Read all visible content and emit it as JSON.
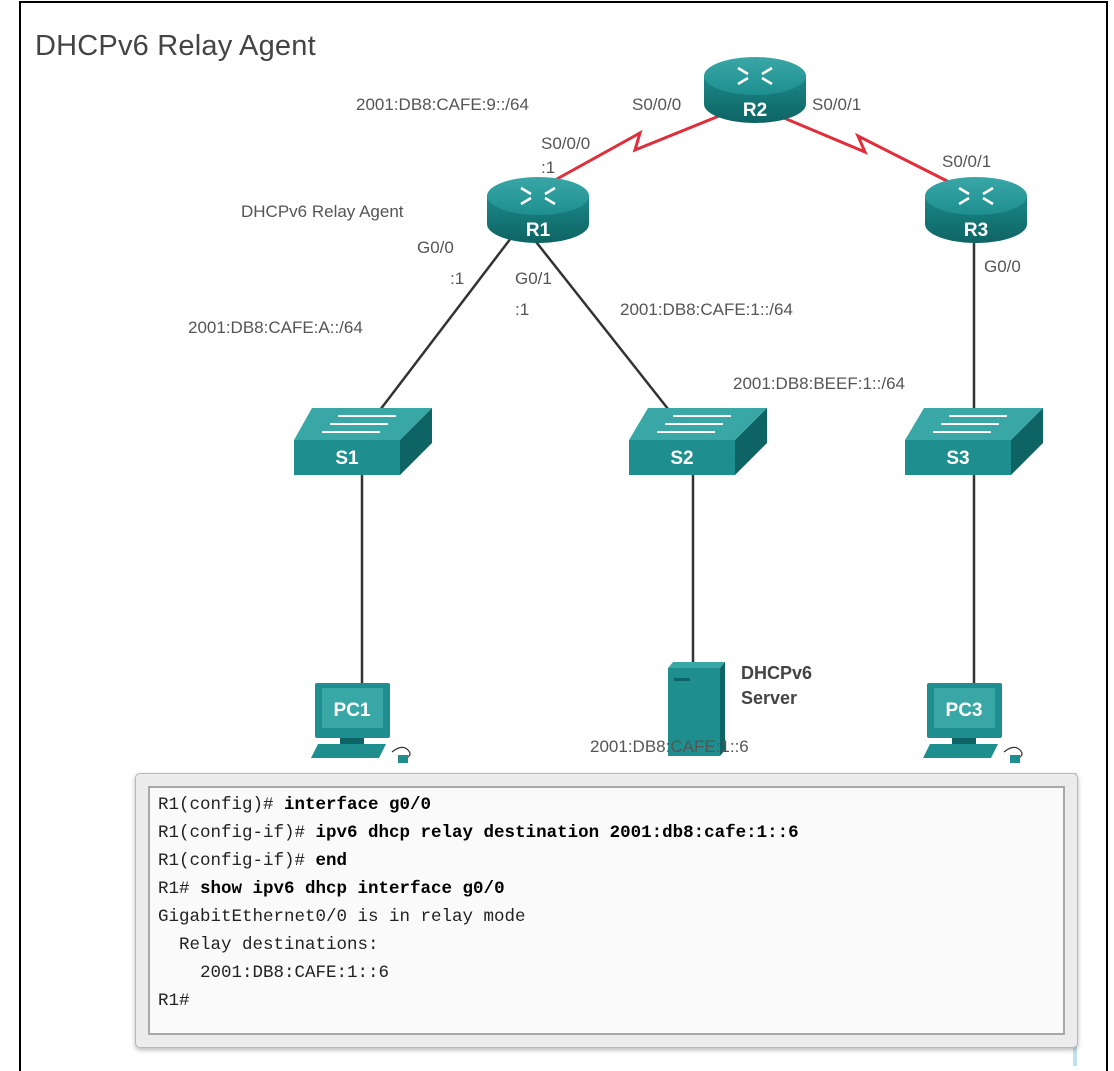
{
  "title": "DHCPv6 Relay Agent",
  "devices": {
    "r1": "R1",
    "r2": "R2",
    "r3": "R3",
    "s1": "S1",
    "s2": "S2",
    "s3": "S3",
    "pc1": "PC1",
    "pc3": "PC3",
    "server_line1": "DHCPv6",
    "server_line2": "Server"
  },
  "labels": {
    "r1_role": "DHCPv6 Relay Agent",
    "net_r1_r2": "2001:DB8:CAFE:9::/64",
    "r2_s000": "S0/0/0",
    "r2_s001": "S0/0/1",
    "r1_s000": "S0/0/0",
    "r1_s000_host": ":1",
    "r3_s001": "S0/0/1",
    "r1_g00": "G0/0",
    "r1_g00_host": ":1",
    "r1_g01": "G0/1",
    "r1_g01_host": ":1",
    "net_a": "2001:DB8:CAFE:A::/64",
    "net_1": "2001:DB8:CAFE:1::/64",
    "r3_g00": "G0/0",
    "net_beef": "2001:DB8:BEEF:1::/64",
    "server_addr": "2001:DB8:CAFE:1::6"
  },
  "cli": [
    {
      "prompt": "R1(config)# ",
      "cmd": "interface g0/0"
    },
    {
      "prompt": "R1(config-if)# ",
      "cmd": "ipv6 dhcp relay destination 2001:db8:cafe:1::6"
    },
    {
      "prompt": "R1(config-if)# ",
      "cmd": "end"
    },
    {
      "prompt": "R1# ",
      "cmd": "show ipv6 dhcp interface g0/0"
    },
    {
      "prompt": "GigabitEthernet0/0 is in relay mode",
      "cmd": ""
    },
    {
      "prompt": "  Relay destinations:",
      "cmd": ""
    },
    {
      "prompt": "    2001:DB8:CAFE:1::6",
      "cmd": ""
    },
    {
      "prompt": "R1#",
      "cmd": ""
    }
  ],
  "colors": {
    "device_teal": "#1e8e8e",
    "device_dark": "#0f6a6a",
    "serial_link": "#e02e3a",
    "ethernet_link": "#333333"
  }
}
